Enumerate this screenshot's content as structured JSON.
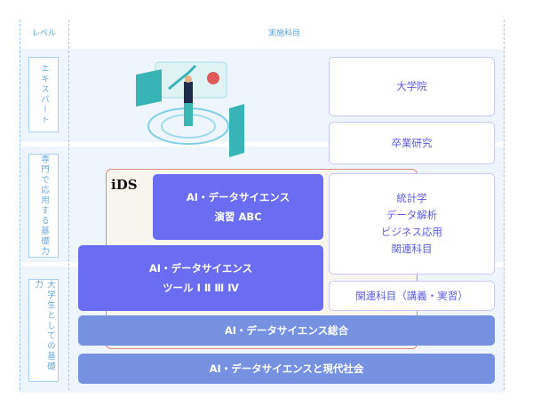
{
  "header": {
    "level": "レベル",
    "subjects": "実施科目"
  },
  "levels": [
    "エキスパート",
    "専門で応用する基礎力",
    "大学生としての基礎力"
  ],
  "right_boxes": {
    "graduate": "大学院",
    "thesis": "卒業研究",
    "applied": [
      "統計学",
      "データ解析",
      "ビジネス応用",
      "関連科目"
    ],
    "related": "関連科目（講義・実習）"
  },
  "courses": {
    "practice": [
      "AI・データサイエンス",
      "演習 ABC"
    ],
    "tools": [
      "AI・データサイエンス",
      "ツール Ⅰ Ⅱ Ⅲ Ⅳ"
    ],
    "general": "AI・データサイエンス総合",
    "society": "AI・データサイエンスと現代社会"
  },
  "logo": "iDS",
  "colors": {
    "purple": "#6a6cf2",
    "blue": "#7591e0",
    "band": "#eef5fd"
  }
}
